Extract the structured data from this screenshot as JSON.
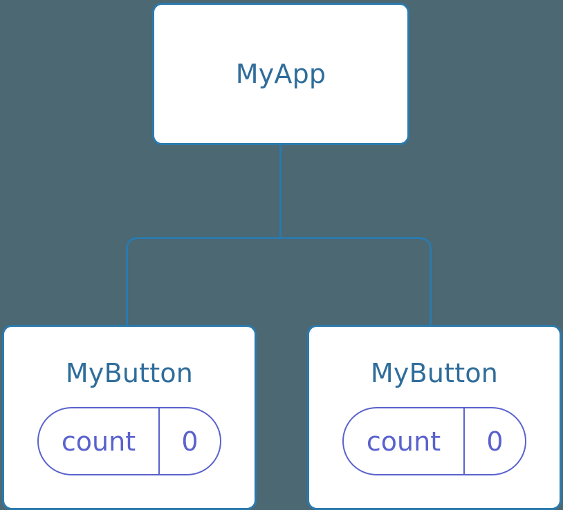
{
  "diagram": {
    "type": "component-tree",
    "background_color": "#4b6873",
    "node_fill": "#ffffff",
    "node_border_color": "#2b7aad",
    "title_color": "#2f6d9b",
    "state_color": "#5a62cd",
    "connector_color": "#2b7aad",
    "root": {
      "id": "node-root",
      "label": "MyApp"
    },
    "children": [
      {
        "id": "node-child-0",
        "label": "MyButton",
        "state": {
          "key": "count",
          "value": "0"
        }
      },
      {
        "id": "node-child-1",
        "label": "MyButton",
        "state": {
          "key": "count",
          "value": "0"
        }
      }
    ]
  }
}
